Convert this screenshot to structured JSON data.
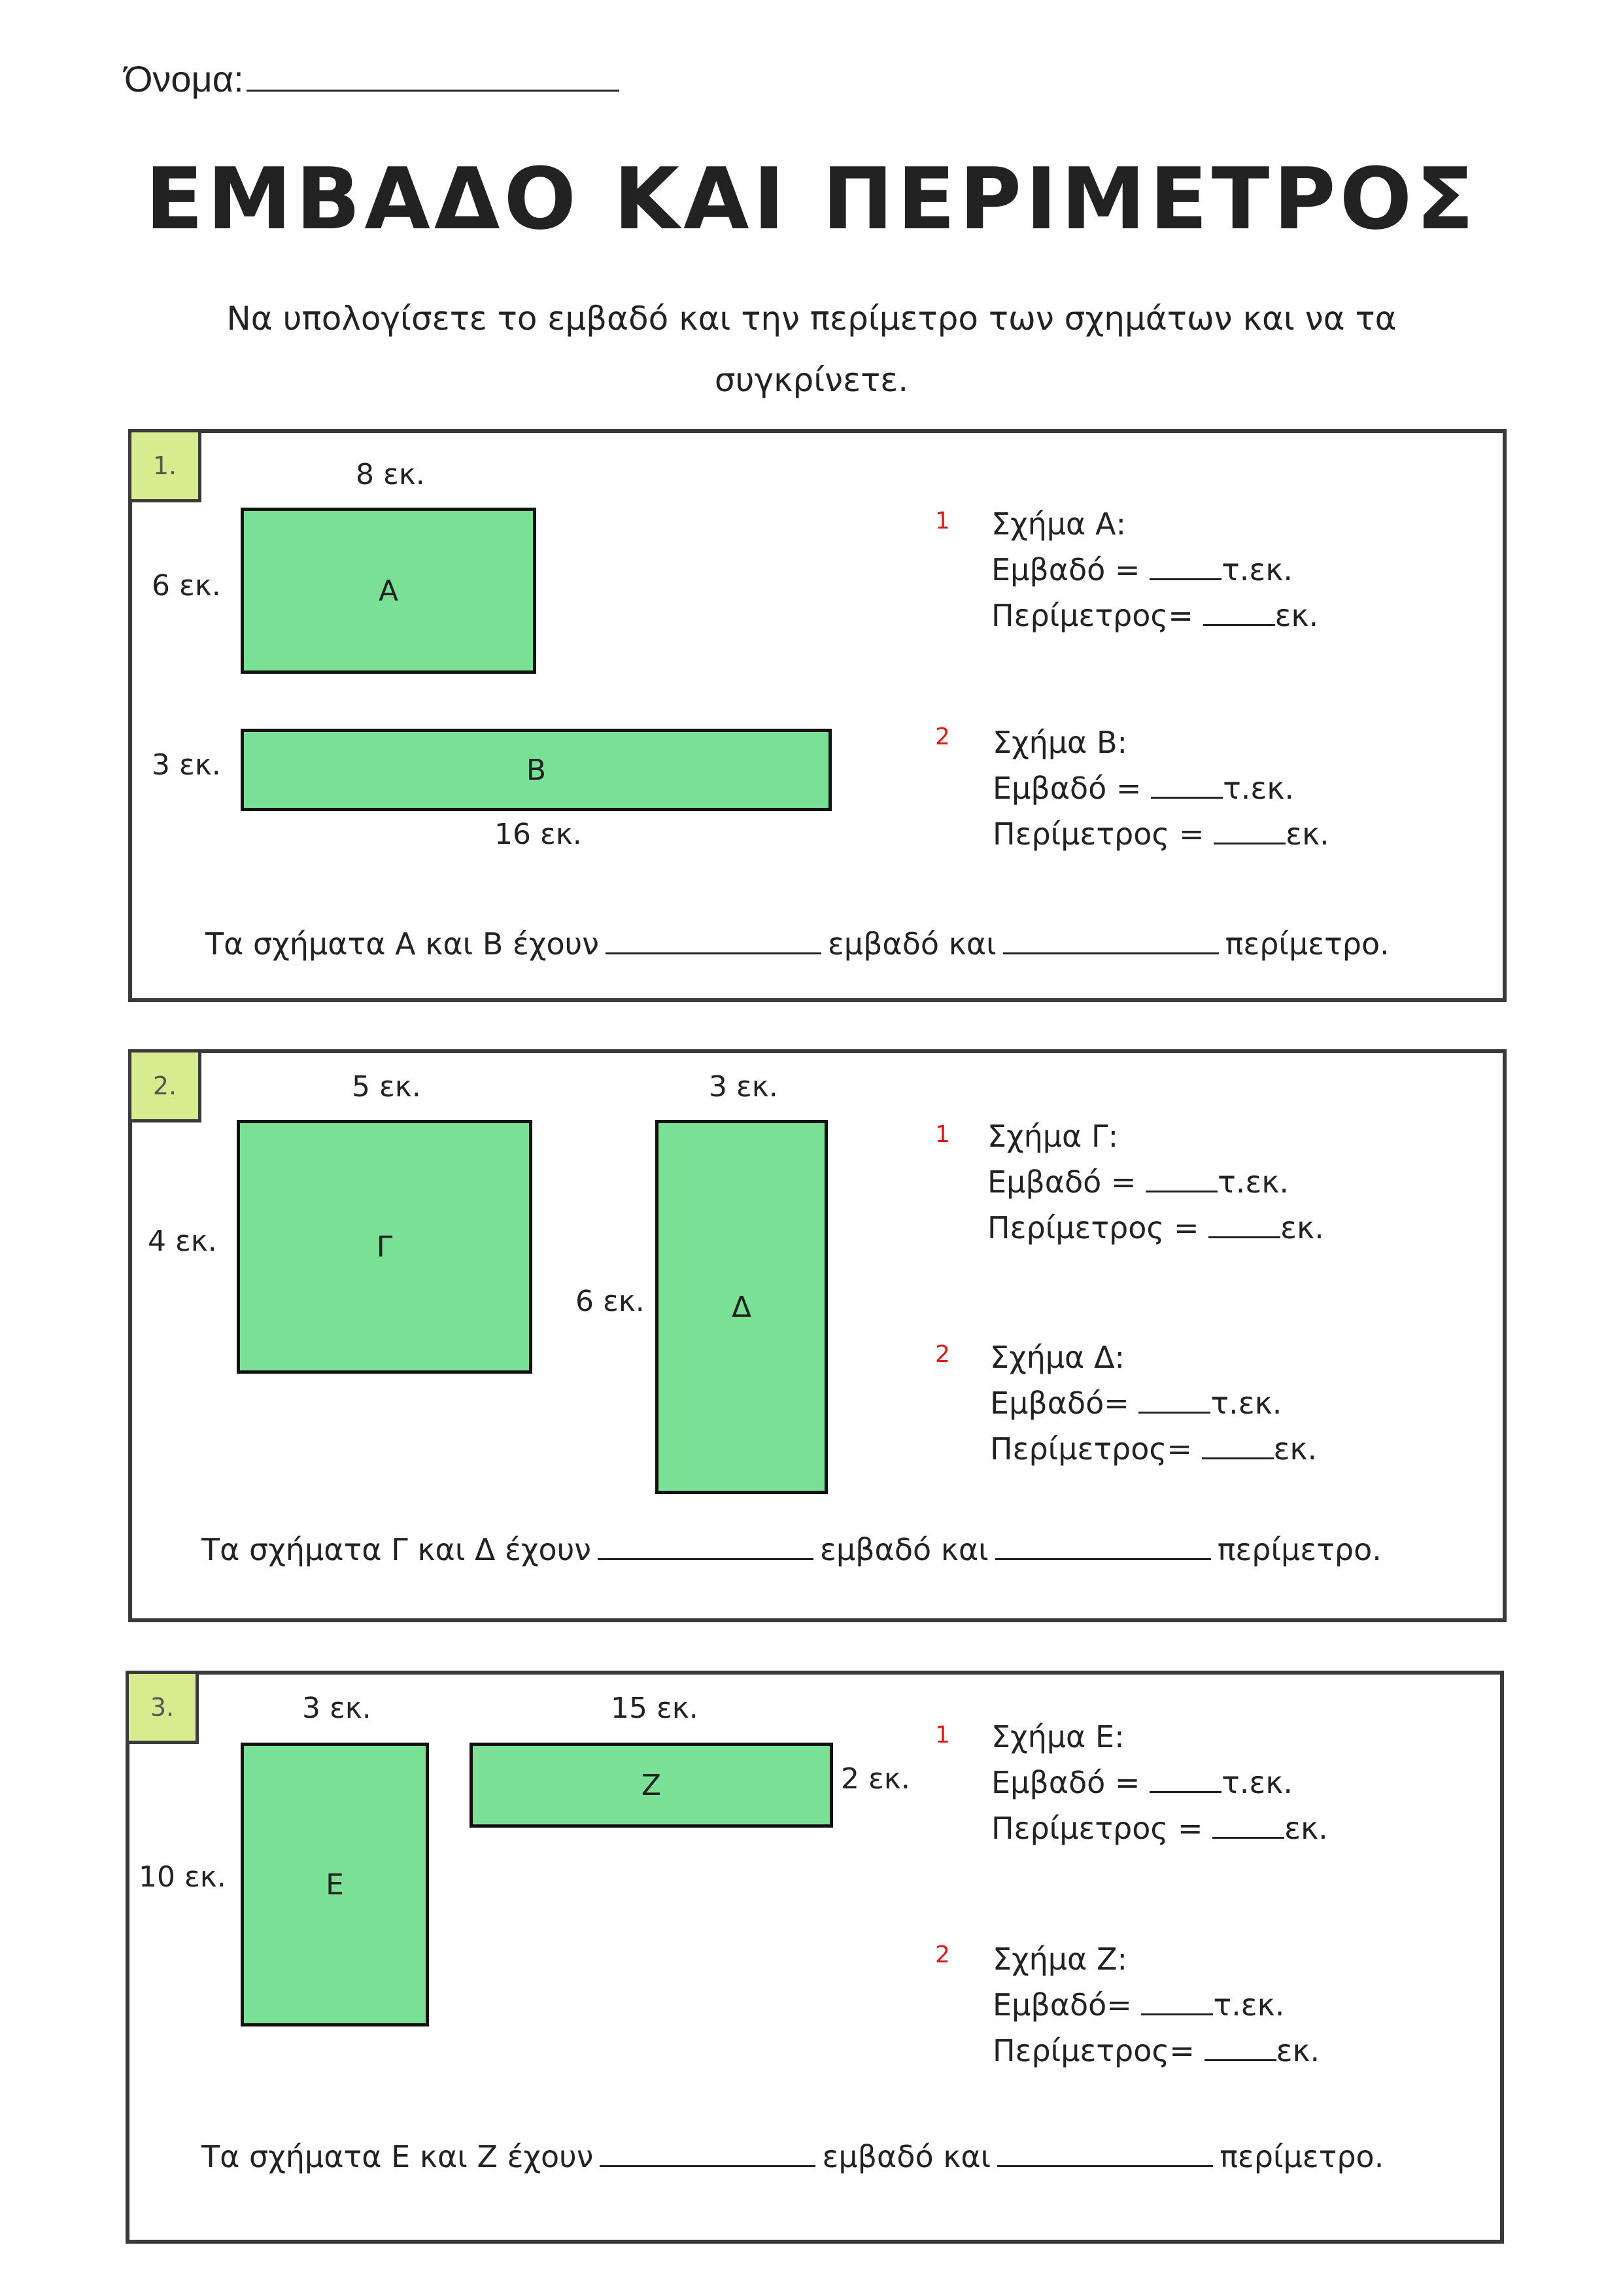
{
  "header": {
    "name_label": "Όνομα:",
    "title": "ΕΜΒΑΔΟ ΚΑΙ ΠΕΡΙΜΕΤΡΟΣ",
    "instruction": "Να υπολογίσετε το εμβαδό και την περίμετρο των σχημάτων και να τα συγκρίνετε."
  },
  "colors": {
    "shape_fill": "#79e096",
    "badge_fill": "#d9eb8f",
    "question_number": "#e0181b"
  },
  "exercises": [
    {
      "badge": "1.",
      "shapes": [
        {
          "label": "Α",
          "width_dim": "8 εκ.",
          "height_dim": "6 εκ."
        },
        {
          "label": "Β",
          "width_dim": "16 εκ.",
          "height_dim": "3 εκ."
        }
      ],
      "questions": [
        {
          "num": "1",
          "title": "Σχήμα Α:",
          "area_label": "Εμβαδό = ",
          "area_unit": "τ.εκ.",
          "perim_label": "Περίμετρος= ",
          "perim_unit": "εκ."
        },
        {
          "num": "2",
          "title": "Σχήμα Β:",
          "area_label": "Εμβαδό = ",
          "area_unit": "τ.εκ.",
          "perim_label": "Περίμετρος = ",
          "perim_unit": "εκ."
        }
      ],
      "summary": {
        "start": "Τα σχήματα Α και Β έχουν",
        "middle": "εμβαδό και",
        "end": "περίμετρο."
      }
    },
    {
      "badge": "2.",
      "shapes": [
        {
          "label": "Γ",
          "width_dim": "5 εκ.",
          "height_dim": "4 εκ."
        },
        {
          "label": "Δ",
          "width_dim": "3 εκ.",
          "height_dim": "6 εκ."
        }
      ],
      "questions": [
        {
          "num": "1",
          "title": "Σχήμα Γ:",
          "area_label": "Εμβαδό = ",
          "area_unit": "τ.εκ.",
          "perim_label": "Περίμετρος = ",
          "perim_unit": "εκ."
        },
        {
          "num": "2",
          "title": "Σχήμα Δ:",
          "area_label": "Εμβαδό= ",
          "area_unit": "τ.εκ.",
          "perim_label": "Περίμετρος= ",
          "perim_unit": "εκ."
        }
      ],
      "summary": {
        "start": "Τα σχήματα Γ και Δ έχουν",
        "middle": "εμβαδό και",
        "end": "περίμετρο."
      }
    },
    {
      "badge": "3.",
      "shapes": [
        {
          "label": "Ε",
          "width_dim": "3 εκ.",
          "height_dim": "10 εκ."
        },
        {
          "label": "Ζ",
          "width_dim": "15 εκ.",
          "height_dim": "2 εκ."
        }
      ],
      "questions": [
        {
          "num": "1",
          "title": "Σχήμα Ε:",
          "area_label": "Εμβαδό = ",
          "area_unit": "τ.εκ.",
          "perim_label": "Περίμετρος = ",
          "perim_unit": "εκ."
        },
        {
          "num": "2",
          "title": "Σχήμα Ζ:",
          "area_label": "Εμβαδό= ",
          "area_unit": "τ.εκ.",
          "perim_label": "Περίμετρος= ",
          "perim_unit": "εκ."
        }
      ],
      "summary": {
        "start": "Τα σχήματα Ε και Ζ έχουν",
        "middle": "εμβαδό και",
        "end": "περίμετρο."
      }
    }
  ]
}
